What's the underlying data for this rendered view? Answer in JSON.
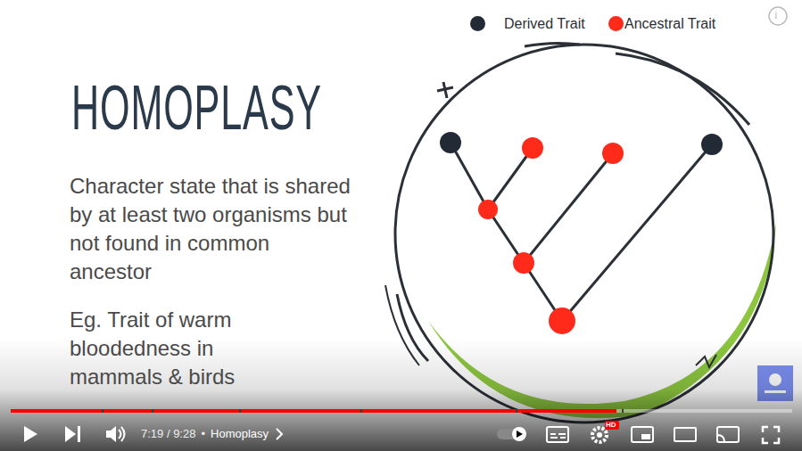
{
  "diagram": {
    "title": "HOMOPLASY",
    "labels": [
      "Character state that is shared by at least two organisms but not found in common ancestor",
      "Eg. Trait of warm bloodedness in mammals & birds",
      "i",
      "7:19 / 9:28",
      "•",
      "Homoplasy",
      "HD"
    ],
    "legend": [
      {
        "text": "Derived Trait",
        "color": "#222a35"
      },
      {
        "text": "Ancestral Trait",
        "color": "#ff2a1a"
      }
    ]
  }
}
